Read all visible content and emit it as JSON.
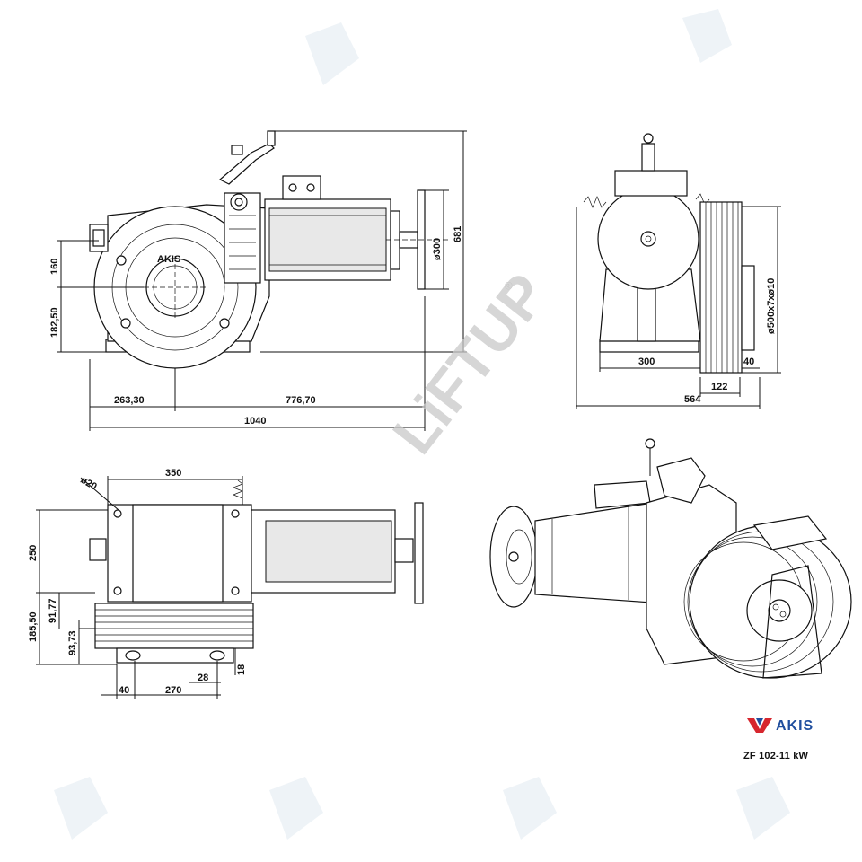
{
  "watermark": {
    "text": "LiFTUP",
    "registered": "®"
  },
  "brand": {
    "logo_text": "AKIS",
    "small_logo_text": "AKIS"
  },
  "model_label": "ZF 102-11 kW",
  "views": {
    "side": {
      "dims": {
        "h160": "160",
        "h182": "182,50",
        "d300": "ø300",
        "h681": "681",
        "w263": "263,30",
        "w776": "776,70",
        "w1040": "1040"
      }
    },
    "front": {
      "dims": {
        "pulley": "ø500x7xø10",
        "w300": "300",
        "w40": "40",
        "w122": "122",
        "w564": "564"
      }
    },
    "top": {
      "dims": {
        "d20": "ø20",
        "w350": "350",
        "h250": "250",
        "h185": "185,50",
        "h91": "91,77",
        "h93": "93,73",
        "w40": "40",
        "w270": "270",
        "w28": "28",
        "h18": "18"
      }
    }
  },
  "colors": {
    "brand_red": "#d7262e",
    "brand_blue": "#1f4e9e",
    "line": "#111111"
  }
}
